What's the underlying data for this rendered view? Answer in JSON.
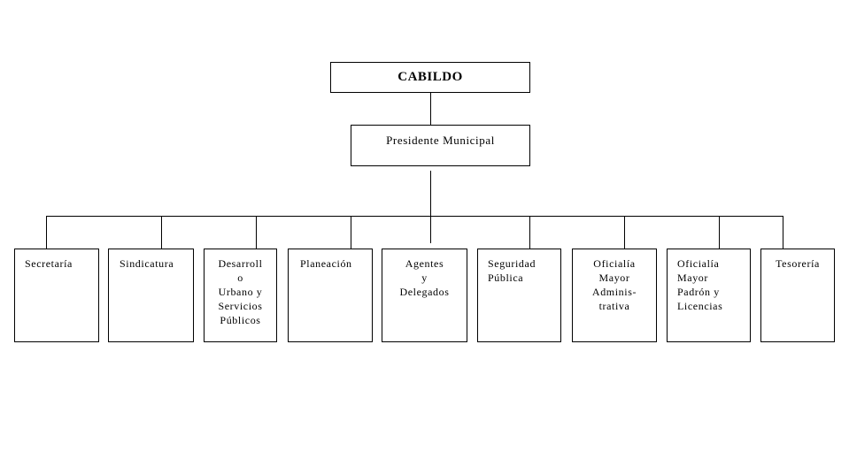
{
  "cabildo": "CABILDO",
  "presidente": "Presidente Municipal",
  "departments": [
    {
      "label": "Secretaría"
    },
    {
      "label": "Sindicatura"
    },
    {
      "label": "Desarroll\no\nUrbano y\nServicios\nPúblicos"
    },
    {
      "label": "Planeación"
    },
    {
      "label": "Agentes\ny\nDelegados"
    },
    {
      "label": "Seguridad\nPública"
    },
    {
      "label": "Oficialía\nMayor\nAdminis-\ntrativa"
    },
    {
      "label": "Oficialía\nMayor\nPadrón y\nLicencias"
    },
    {
      "label": "Tesorería"
    }
  ]
}
